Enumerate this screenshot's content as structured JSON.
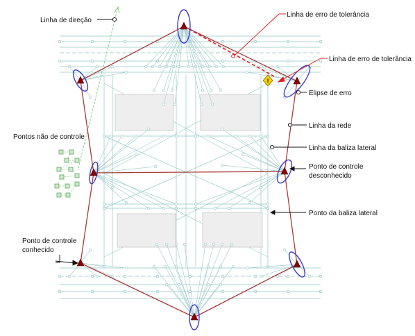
{
  "labels": {
    "direction_line": "Linha de direção",
    "tolerance_error_line_1": "Linha de erro de tolerância",
    "tolerance_error_line_2": "Linha de erro de tolerância",
    "error_ellipse": "Elipse de erro",
    "network_line": "Linha da rede",
    "side_shot_line": "Linha da baliza lateral",
    "unknown_control_point_1": "Ponto de controle",
    "unknown_control_point_2": "desconhecido",
    "side_shot_point": "Ponto da baliza lateral",
    "non_control_points": "Pontos não de controle",
    "known_control_point_1": "Ponto de controle",
    "known_control_point_2": "conhecido"
  },
  "colors": {
    "network_line": "#8fc9c5",
    "side_shot_line": "#a9cfcf",
    "boundary_line": "#a83a3a",
    "ellipse": "#3a3acb",
    "control_point": "#8b0000",
    "warning_fill": "#f2d200",
    "tolerance_line": "#e02020",
    "direction_line": "#7fd07f",
    "building_fill": "#eeeeee",
    "leader": "#111111",
    "leader_red": "#e02020"
  },
  "icons": {
    "control_point": "red-triangle-icon",
    "tolerance_warning": "warning-diamond-icon"
  }
}
